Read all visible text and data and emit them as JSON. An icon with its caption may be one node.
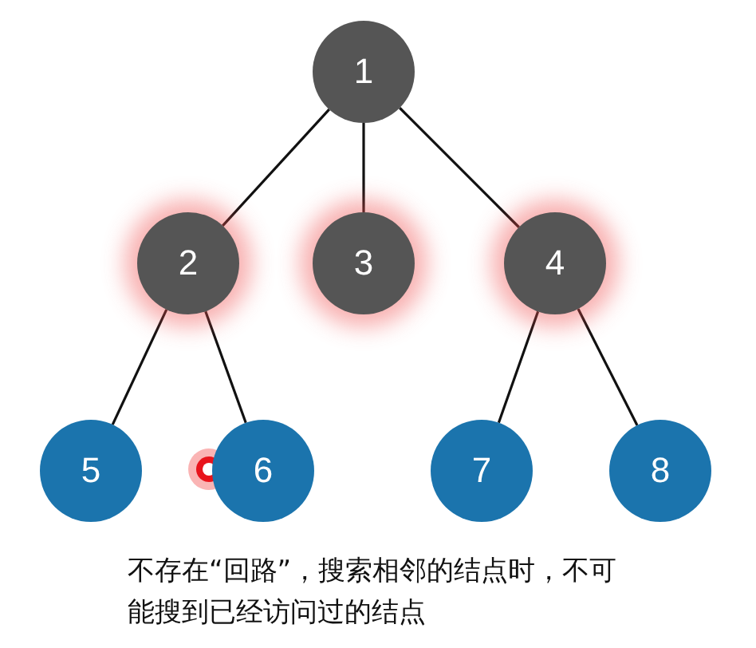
{
  "diagram": {
    "caption": "不存在“回路”，搜索相邻的结点时，不可能搜到已经访问过的结点",
    "nodes": [
      {
        "text": [
          "1"
        ]
      },
      {
        "text": [
          "2"
        ]
      },
      {
        "text": [
          "3"
        ]
      },
      {
        "text": [
          "4"
        ]
      },
      {
        "text": [
          "5"
        ]
      },
      {
        "text": [
          "6"
        ]
      },
      {
        "text": [
          "7"
        ]
      },
      {
        "text": [
          "8"
        ]
      }
    ],
    "edges": [
      {
        "from": 0,
        "to": 1,
        "arrow": "none"
      },
      {
        "from": 0,
        "to": 2,
        "arrow": "none"
      },
      {
        "from": 0,
        "to": 3,
        "arrow": "none"
      },
      {
        "from": 1,
        "to": 4,
        "arrow": "none"
      },
      {
        "from": 1,
        "to": 5,
        "arrow": "none"
      },
      {
        "from": 3,
        "to": 6,
        "arrow": "none"
      },
      {
        "from": 3,
        "to": 7,
        "arrow": "none"
      }
    ]
  }
}
